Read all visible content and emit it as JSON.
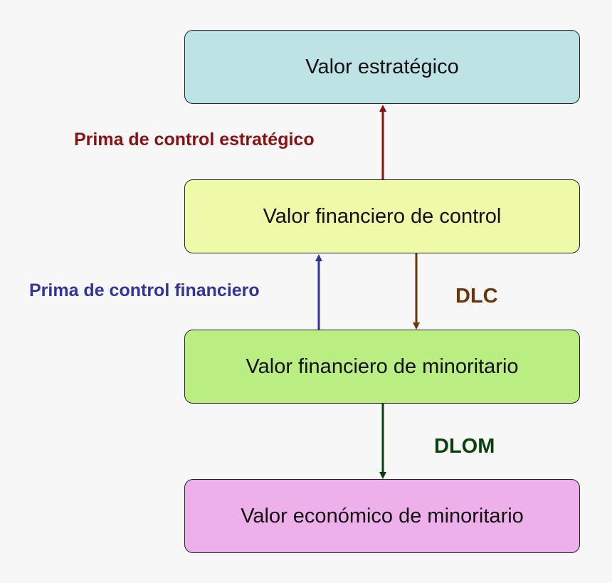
{
  "boxes": {
    "strategic_value": "Valor estratégico",
    "financial_control_value": "Valor financiero de control",
    "financial_minority_value": "Valor financiero de minoritario",
    "economic_minority_value": "Valor económico de minoritario"
  },
  "arrows": {
    "strategic_premium_label": "Prima de control estratégico",
    "financial_premium_label": "Prima de control financiero",
    "dlc_label": "DLC",
    "dlom_label": "DLOM"
  },
  "colors": {
    "strategic_box": "#bde3e4",
    "financial_control_box": "#eefaa8",
    "financial_minority_box": "#bbee82",
    "economic_minority_box": "#edb0ea",
    "strategic_premium": "#8b1010",
    "financial_premium": "#33339a",
    "dlc": "#6b3508",
    "dlom": "#0b420b"
  }
}
